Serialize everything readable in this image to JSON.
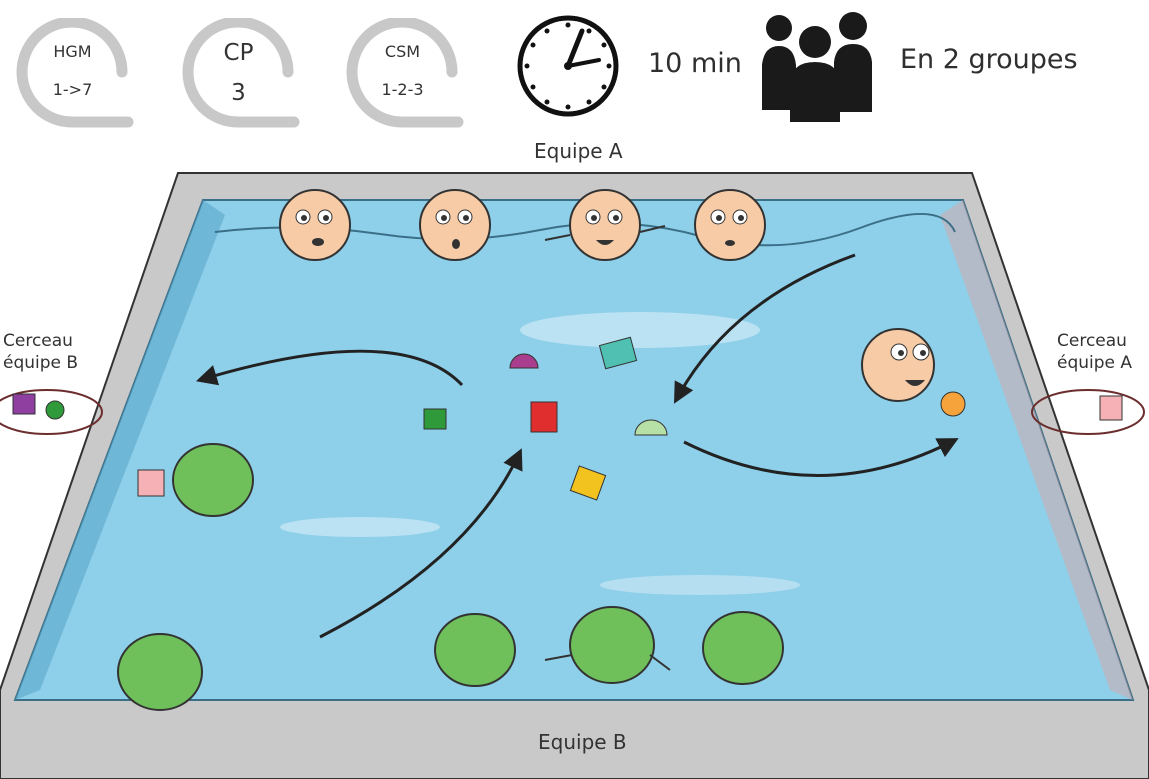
{
  "badges": [
    {
      "line1": "HGM",
      "line2": "1->7"
    },
    {
      "line1": "CP",
      "line2": "3"
    },
    {
      "line1": "CSM",
      "line2": "1-2-3"
    }
  ],
  "duration": "10 min",
  "groups": "En 2 groupes",
  "team_top": "Equipe A",
  "team_bottom": "Equipe B",
  "hoop_left": {
    "line1": "Cerceau",
    "line2": "équipe B"
  },
  "hoop_right": {
    "line1": "Cerceau",
    "line2": "équipe A"
  },
  "icons": [
    "clock-icon",
    "people-icon"
  ],
  "colors": {
    "water": "#8ecfe9",
    "pool_edge": "#cfcfcf",
    "team_b": "#6fbf5a",
    "team_a_skin": "#f6cba6"
  }
}
